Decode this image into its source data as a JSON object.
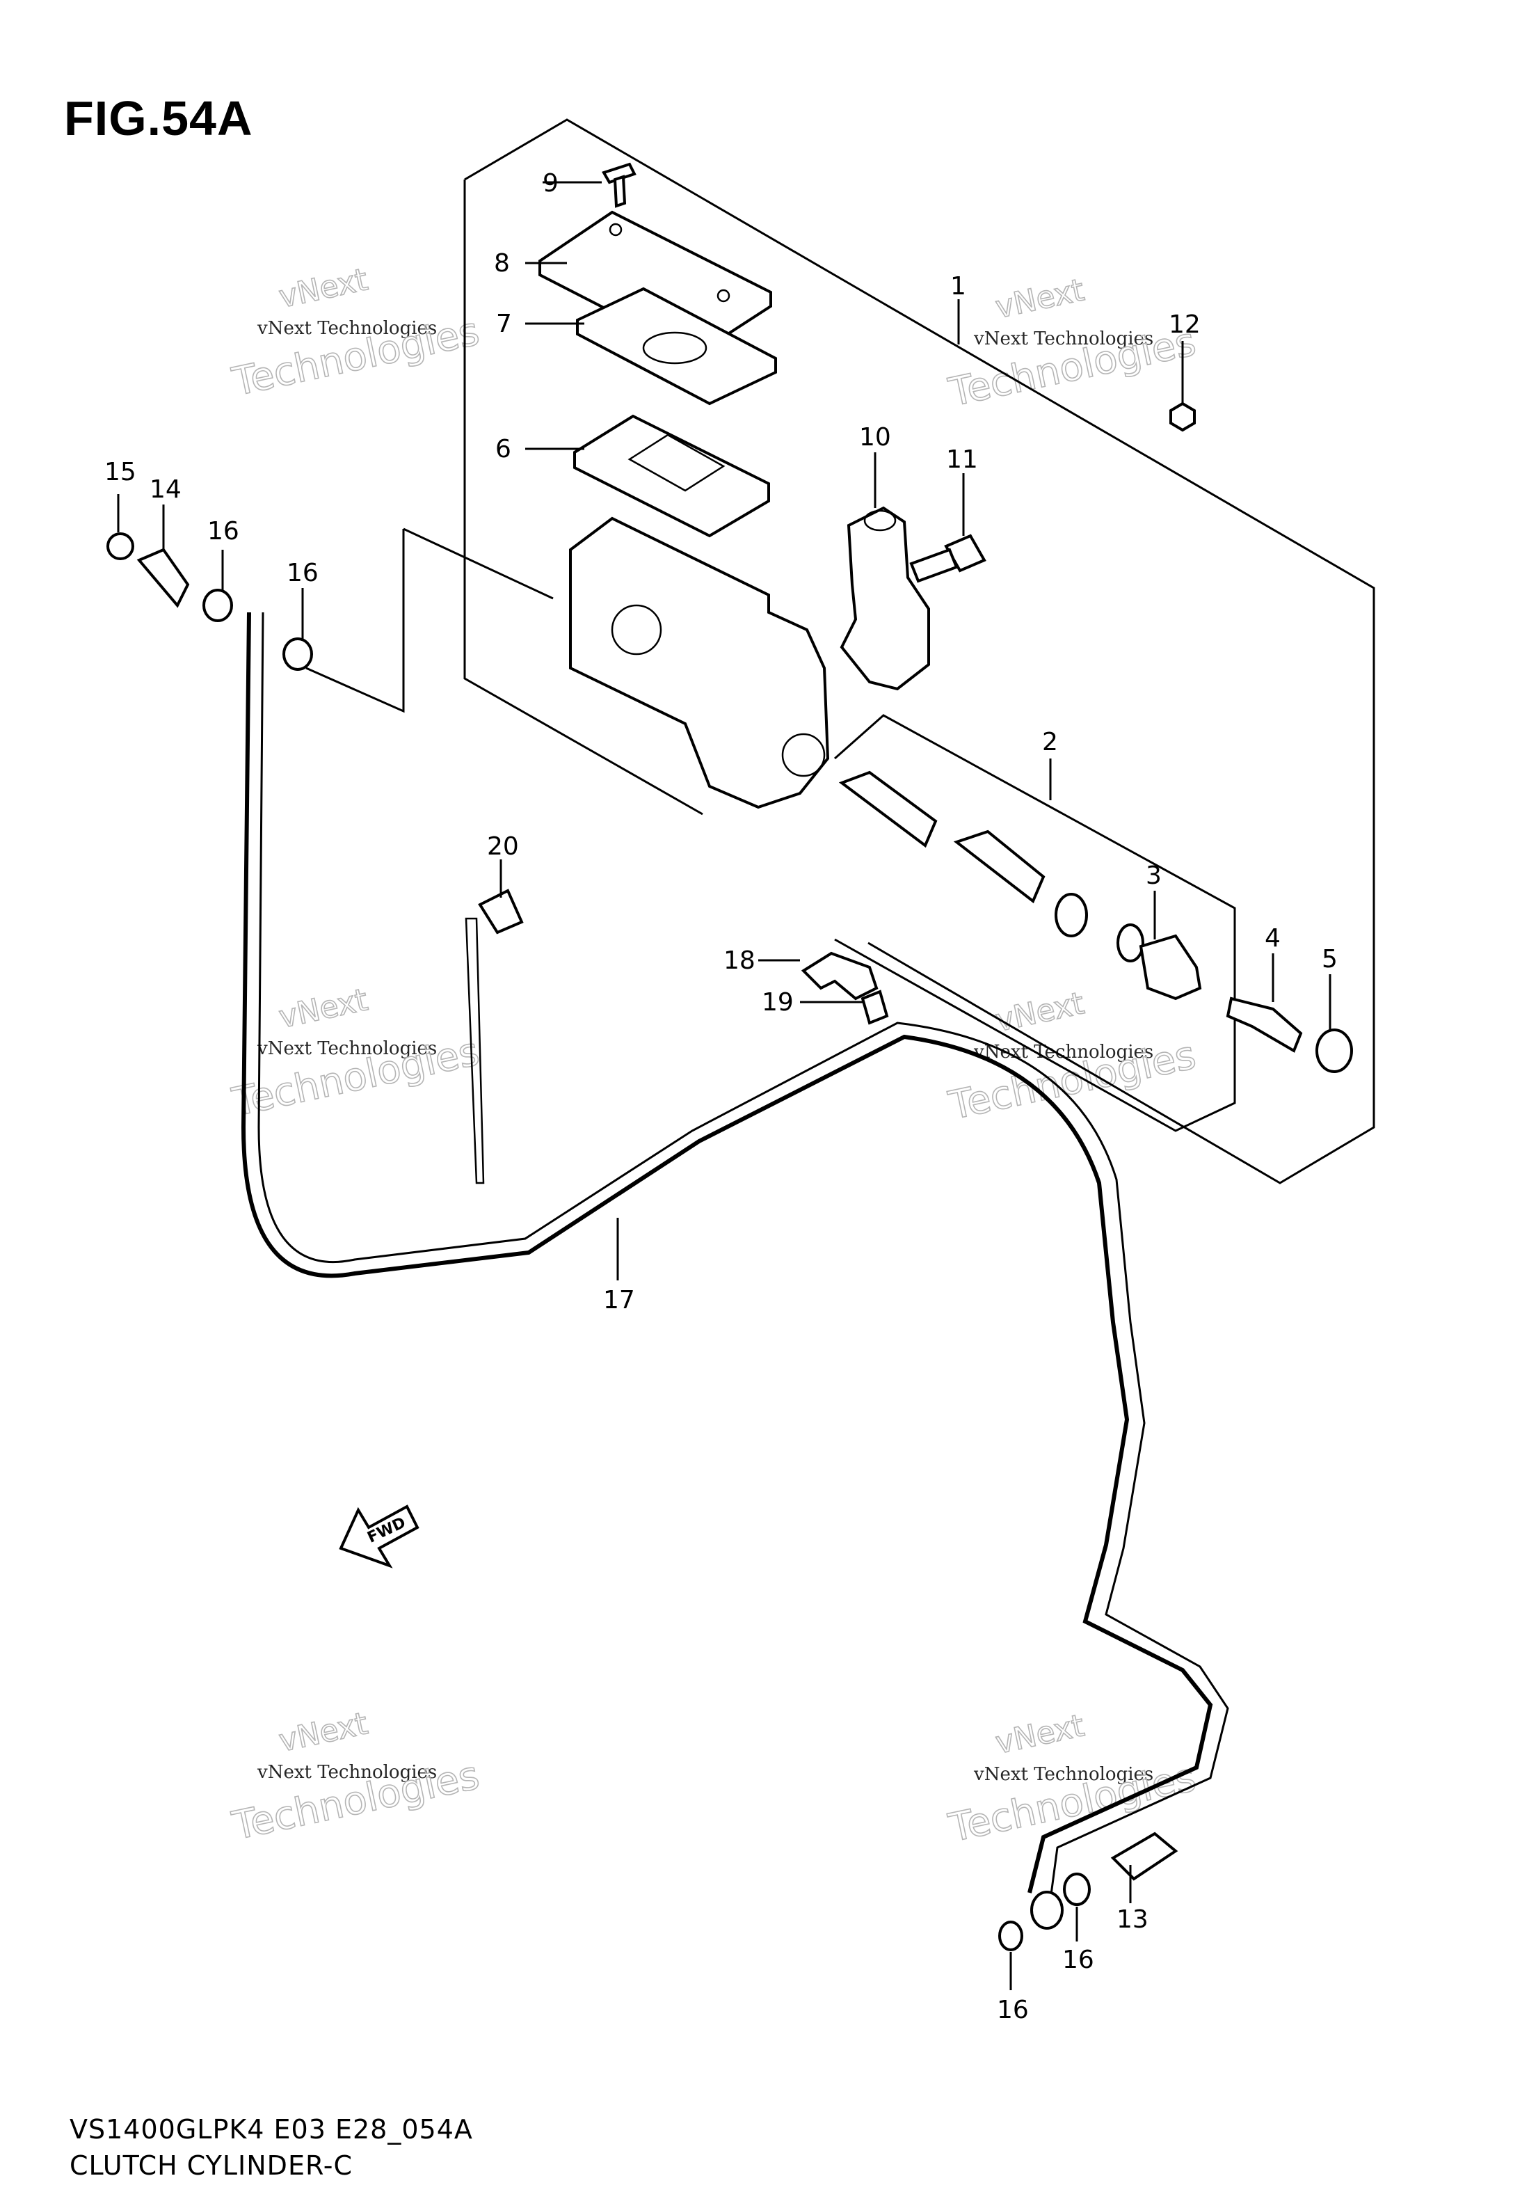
{
  "figure": {
    "title": "FIG.54A"
  },
  "footer": {
    "model_code": "VS1400GLPK4 E03 E28_054A",
    "name": "CLUTCH CYLINDER-C"
  },
  "fwd_arrow": {
    "label": "FWD"
  },
  "callouts": [
    {
      "id": "c9",
      "label": "9"
    },
    {
      "id": "c8",
      "label": "8"
    },
    {
      "id": "c7",
      "label": "7"
    },
    {
      "id": "c6",
      "label": "6"
    },
    {
      "id": "c1",
      "label": "1"
    },
    {
      "id": "c12",
      "label": "12"
    },
    {
      "id": "c10",
      "label": "10"
    },
    {
      "id": "c11",
      "label": "11"
    },
    {
      "id": "c15",
      "label": "15"
    },
    {
      "id": "c14",
      "label": "14"
    },
    {
      "id": "c16a",
      "label": "16"
    },
    {
      "id": "c16b",
      "label": "16"
    },
    {
      "id": "c2",
      "label": "2"
    },
    {
      "id": "c3",
      "label": "3"
    },
    {
      "id": "c4",
      "label": "4"
    },
    {
      "id": "c5",
      "label": "5"
    },
    {
      "id": "c20",
      "label": "20"
    },
    {
      "id": "c18",
      "label": "18"
    },
    {
      "id": "c19",
      "label": "19"
    },
    {
      "id": "c17",
      "label": "17"
    },
    {
      "id": "c13",
      "label": "13"
    },
    {
      "id": "c16c",
      "label": "16"
    },
    {
      "id": "c16d",
      "label": "16"
    }
  ],
  "watermark": {
    "line1": "vNext Technologies",
    "line2": "Technologies",
    "line3": "vNext"
  }
}
